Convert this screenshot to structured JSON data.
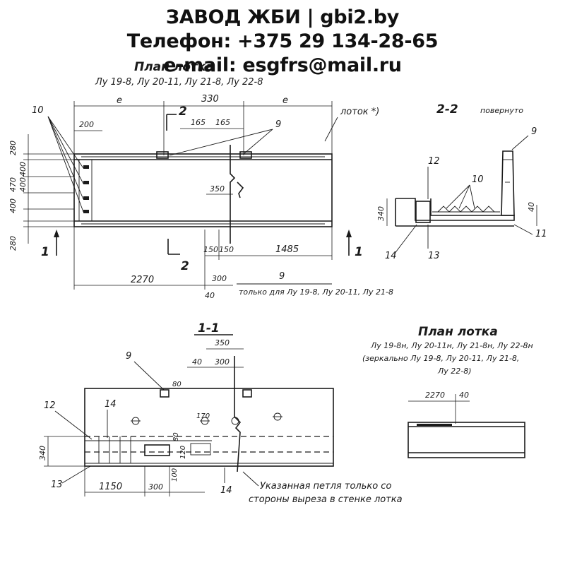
{
  "header": {
    "line1": "ЗАВОД ЖБИ | gbi2.by",
    "line2": "Телефон: +375 29 134-28-65",
    "line3": "e-mail: esgfrs@mail.ru"
  },
  "plan": {
    "title": "План лотка",
    "subtitle": "Лу 19-8, Лу 20-11, Лу 21-8, Лу 22-8",
    "tray_label": "лоток *)",
    "dims": {
      "e_left": "e",
      "e_right": "e",
      "d330": "330",
      "d165a": "165",
      "d165b": "165",
      "d200": "200",
      "d350": "350",
      "d150a": "150",
      "d150b": "150",
      "d1485": "1485",
      "d2270": "2270",
      "d300": "300",
      "d40": "40",
      "v280top": "280",
      "v400a": "400",
      "v470": "470",
      "v400b": "400",
      "v400c": "400",
      "v280bot": "280"
    },
    "marks": {
      "m10": "10",
      "m9": "9",
      "m9b": "9",
      "sec2": "2",
      "sec2b": "2",
      "sec1": "1",
      "sec1b": "1"
    },
    "note": "только для Лу 19-8, Лу 20-11, Лу 21-8"
  },
  "section22": {
    "title": "2-2",
    "subtitle": "повернуто",
    "m9": "9",
    "m12": "12",
    "m10": "10",
    "m11": "11",
    "m14": "14",
    "m13": "13",
    "d340": "340",
    "d40": "40"
  },
  "plan2": {
    "title": "План лотка",
    "line1": "Лу 19-8н, Лу 20-11н, Лу 21-8н, Лу 22-8н",
    "line2": "(зеркально Лу 19-8, Лу 20-11, Лу 21-8,",
    "line3": "Лу 22-8)",
    "d2270": "2270",
    "d40": "40"
  },
  "section11": {
    "title": "1-1",
    "m9": "9",
    "m12": "12",
    "m14": "14",
    "m13": "13",
    "m14b": "14",
    "d350": "350",
    "d40": "40",
    "d300": "300",
    "d80a": "80",
    "d170": "170",
    "d80b": "80",
    "d120": "120",
    "d340": "340",
    "d1150": "1150",
    "d300b": "300",
    "d100": "100",
    "note1": "Указанная петля только со",
    "note2": "стороны выреза в стенке лотка"
  }
}
